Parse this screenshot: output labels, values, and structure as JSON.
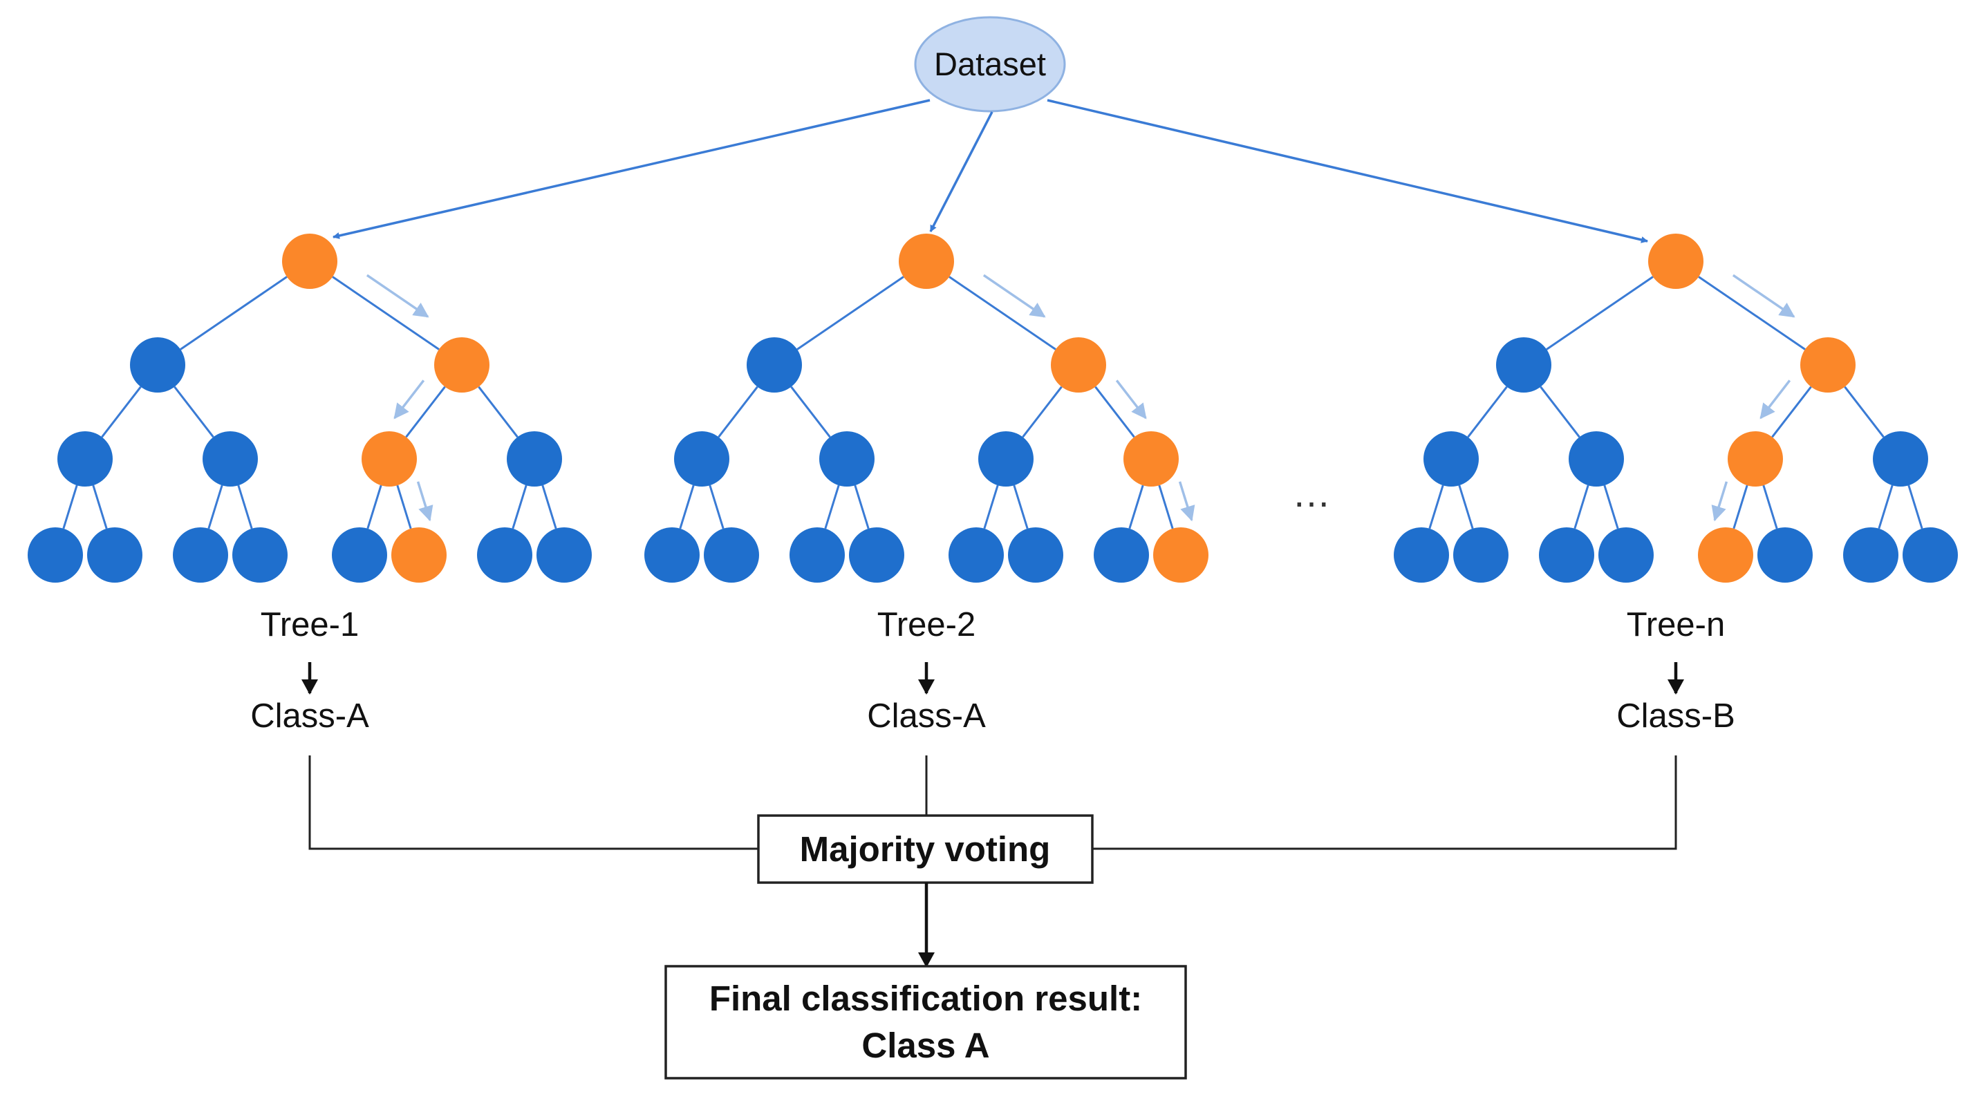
{
  "root": {
    "label": "Dataset"
  },
  "ellipsis": "…",
  "trees": [
    {
      "name": "Tree-1",
      "result": "Class-A",
      "path": [
        "root",
        "R",
        "RL",
        "RLR"
      ]
    },
    {
      "name": "Tree-2",
      "result": "Class-A",
      "path": [
        "root",
        "R",
        "RR",
        "RRR"
      ]
    },
    {
      "name": "Tree-n",
      "result": "Class-B",
      "path": [
        "root",
        "R",
        "RL",
        "RLL"
      ]
    }
  ],
  "voting": {
    "label": "Majority voting"
  },
  "final": {
    "line1": "Final classification result:",
    "line2": "Class A"
  },
  "colors": {
    "node_blue": "#1f6fcd",
    "node_orange": "#fb8729",
    "edge_blue": "#3a7bd5",
    "path_arrow": "#9fbfe8",
    "root_fill": "#c8daf4",
    "root_stroke": "#8fb2e2",
    "box_line": "#222222"
  }
}
